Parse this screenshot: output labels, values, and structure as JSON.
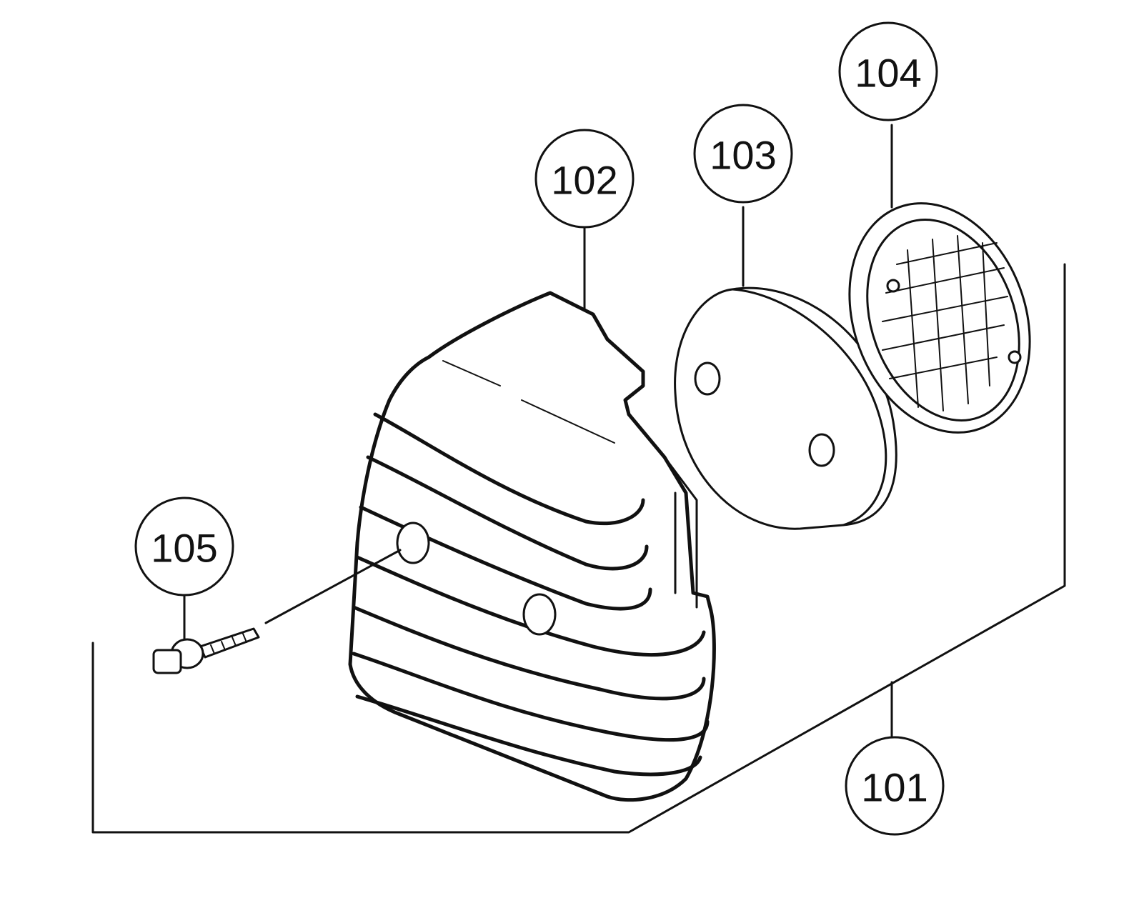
{
  "callouts": {
    "c101": "101",
    "c102": "102",
    "c103": "103",
    "c104": "104",
    "c105": "105"
  },
  "colors": {
    "ink": "#111111",
    "paper": "#ffffff"
  }
}
